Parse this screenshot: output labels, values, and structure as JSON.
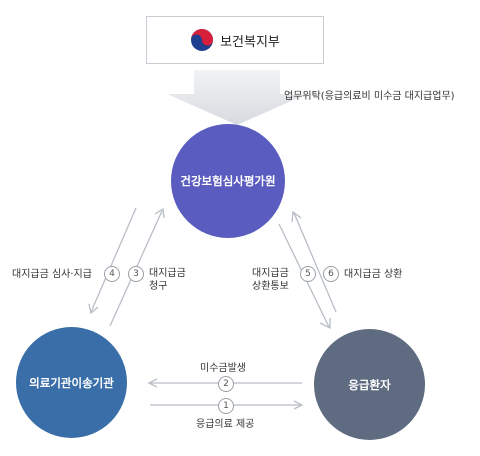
{
  "ministry": {
    "name": "보건복지부"
  },
  "delegation": {
    "label": "업무위탁(응급의료비 미수금 대지급업무)"
  },
  "nodes": {
    "review": "건강보험심사평가원",
    "hospital": "의료기관이송기관",
    "patient": "응급환자"
  },
  "steps": [
    {
      "num": "1",
      "label": "응급의료 제공"
    },
    {
      "num": "2",
      "label": "미수금발생"
    },
    {
      "num": "3",
      "label": "대지급금\n청구"
    },
    {
      "num": "4",
      "label": "대지급금 심사·지급"
    },
    {
      "num": "5",
      "label": "대지급금\n상환통보"
    },
    {
      "num": "6",
      "label": "대지급금 상환"
    }
  ],
  "colors": {
    "review": "#5a5cbf",
    "hospital": "#3a6ea8",
    "patient": "#5e6b80",
    "arrow": "#b8bec6"
  }
}
